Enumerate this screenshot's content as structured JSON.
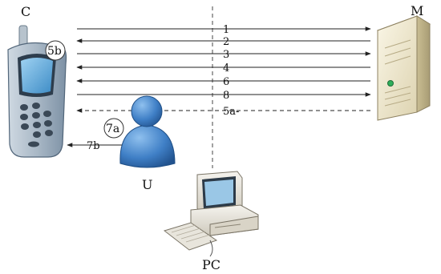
{
  "labels": {
    "phone": "C",
    "server": "M",
    "user": "U",
    "pc": "PC"
  },
  "arrows": [
    {
      "label": "1",
      "direction": "right",
      "style": "solid"
    },
    {
      "label": "2",
      "direction": "left",
      "style": "solid"
    },
    {
      "label": "3",
      "direction": "right",
      "style": "solid"
    },
    {
      "label": "4",
      "direction": "left",
      "style": "solid"
    },
    {
      "label": "6",
      "direction": "left",
      "style": "solid"
    },
    {
      "label": "8",
      "direction": "right",
      "style": "solid"
    },
    {
      "label": "5a-",
      "direction": "left",
      "style": "dashed"
    }
  ],
  "callouts": {
    "phone_step": "5b",
    "user_step": "7a",
    "user_to_phone": "7b"
  },
  "colors": {
    "phone_body": "#a9b8c6",
    "phone_screen": "#58a6d8",
    "user_body": "#3f7fc6",
    "server_case": "#f1ead0",
    "pc_case": "#ece9df",
    "line": "#222222"
  }
}
